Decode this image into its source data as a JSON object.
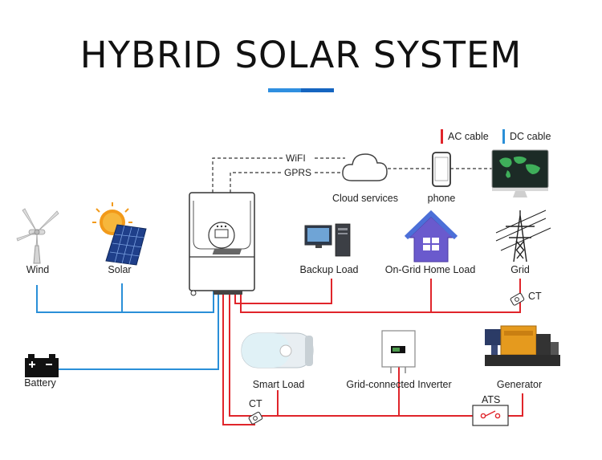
{
  "title": "HYBRID SOLAR SYSTEM",
  "legend": {
    "ac_label": "AC cable",
    "dc_label": "DC cable",
    "ac_color": "#e0252b",
    "dc_color": "#2a8fd8"
  },
  "links": {
    "wifi": "WiFI",
    "gprs": "GPRS"
  },
  "nodes": {
    "cloud": "Cloud services",
    "phone": "phone",
    "wind": "Wind",
    "solar": "Solar",
    "backup_load": "Backup Load",
    "ongrid_home_load": "On-Grid Home Load",
    "grid": "Grid",
    "battery": "Battery",
    "smart_load": "Smart Load",
    "grid_inverter": "Grid-connected Inverter",
    "generator": "Generator",
    "ct_grid": "CT",
    "ct_bottom": "CT",
    "ats": "ATS"
  },
  "icons": {
    "inverter": "hybrid-inverter-icon",
    "cloud": "cloud-icon",
    "phone": "smartphone-icon",
    "monitor": "world-map-monitor-icon",
    "wind": "wind-turbine-icon",
    "solar": "solar-panel-icon",
    "backup": "desktop-computer-icon",
    "home": "house-icon",
    "grid": "power-pylon-icon",
    "battery": "battery-icon",
    "smart_load": "water-heater-icon",
    "grid_inverter": "grid-inverter-icon",
    "generator": "diesel-generator-icon"
  }
}
